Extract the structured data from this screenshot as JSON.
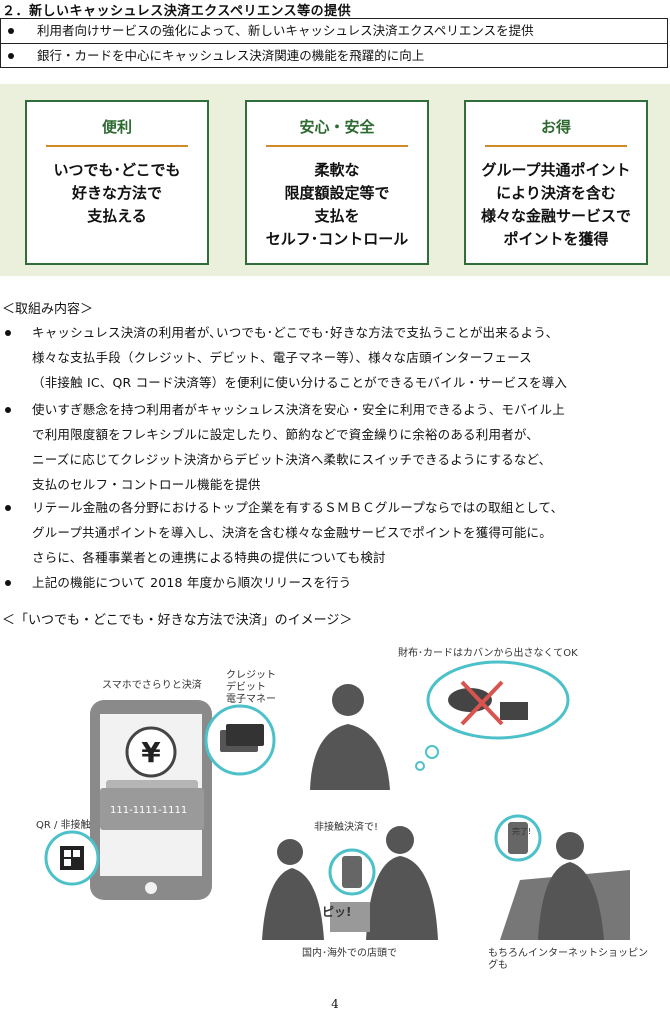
{
  "section_title": "２．新しいキャッシュレス決済エクスペリエンス等の提供",
  "summary": [
    "利用者向けサービスの強化によって、新しいキャッシュレス決済エクスペリエンスを提供",
    "銀行・カードを中心にキャッシュレス決済関連の機能を飛躍的に向上"
  ],
  "cards": [
    {
      "title": "便利",
      "body": "いつでも･どこでも\n好きな方法で\n支払える"
    },
    {
      "title": "安心・安全",
      "body": "柔軟な\n限度額設定等で\n支払を\nセルフ･コントロール"
    },
    {
      "title": "お得",
      "body": "グループ共通ポイント\nにより決済を含む\n様々な金融サービスで\nポイントを獲得"
    }
  ],
  "initiatives_heading": "＜取組み内容＞",
  "initiatives": [
    "キャッシュレス決済の利用者が､いつでも･どこでも･好きな方法で支払うことが出来るよう､\n様々な支払手段（クレジット、デビット、電子マネー等）、様々な店頭インターフェース\n（非接触 IC、QR コード決済等）を便利に使い分けることができるモバイル・サービスを導入",
    "使いすぎ懸念を持つ利用者がキャッシュレス決済を安心・安全に利用できるよう、モバイル上\nで利用限度額をフレキシブルに設定したり、節約などで資金繰りに余裕のある利用者が、\nニーズに応じてクレジット決済からデビット決済へ柔軟にスイッチできるようにするなど、\n支払のセルフ・コントロール機能を提供",
    "リテール金融の各分野におけるトップ企業を有するＳＭＢＣグループならではの取組として、\nグループ共通ポイントを導入し、決済を含む様々な金融サービスでポイントを獲得可能に。\nさらに、各種事業者との連携による特典の提供についても検討",
    "上記の機能について 2018 年度から順次リリースを行う"
  ],
  "image_heading": "＜「いつでも・どこでも・好きな方法で決済」のイメージ＞",
  "illustration": {
    "label_phone_pay": "スマホでさらりと決済",
    "label_card_types": "クレジット\nデビット\n電子マネー",
    "label_card_number": "111-1111-1111",
    "label_qr": "QR / 非接触",
    "label_wallet": "財布･カードはカバンから出さなくてOK",
    "label_contactless": "非接触決済で!",
    "label_beep": "ピッ!",
    "label_done": "完了!",
    "label_store": "国内･海外での店頭で",
    "label_online": "もちろんインターネットショッピングも"
  },
  "page_number": "4",
  "colors": {
    "accent_green": "#2d6a30",
    "accent_orange": "#d18a2a",
    "panel_bg": "#eaf0dc",
    "bubble_teal": "#4cc1c9"
  }
}
